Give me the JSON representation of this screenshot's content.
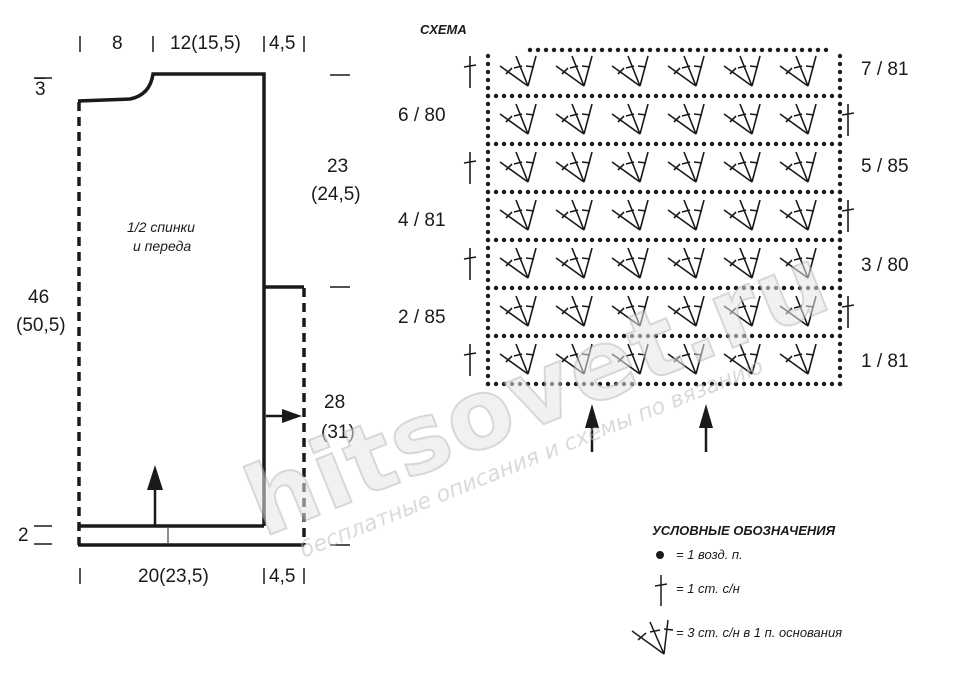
{
  "pattern": {
    "top_dims": [
      "8",
      "12(15,5)",
      "4,5"
    ],
    "bottom_dims": [
      "20(23,5)",
      "4,5"
    ],
    "left_dims": {
      "shoulder": "3",
      "length": "46",
      "length_alt": "(50,5)",
      "hem": "2"
    },
    "right_dims": {
      "armhole": "23",
      "armhole_alt": "(24,5)",
      "side": "28",
      "side_alt": "(31)"
    },
    "piece_label_1": "1/2 спинки",
    "piece_label_2": "и переда"
  },
  "schema": {
    "title": "СХЕМА",
    "left_rows": [
      "6 / 80",
      "4 / 81",
      "2 / 85"
    ],
    "right_rows": [
      "7 / 81",
      "5 / 85",
      "3 / 80",
      "1 / 81"
    ]
  },
  "legend": {
    "title": "УСЛОВНЫЕ ОБОЗНАЧЕНИЯ",
    "items": [
      "= 1 возд. п.",
      "= 1 ст. с/н",
      "= 3 ст. с/н в 1 п. основания"
    ]
  },
  "watermark": {
    "site": "hitsovet.ru",
    "tagline": "бесплатные описания и схемы по вязанию"
  }
}
